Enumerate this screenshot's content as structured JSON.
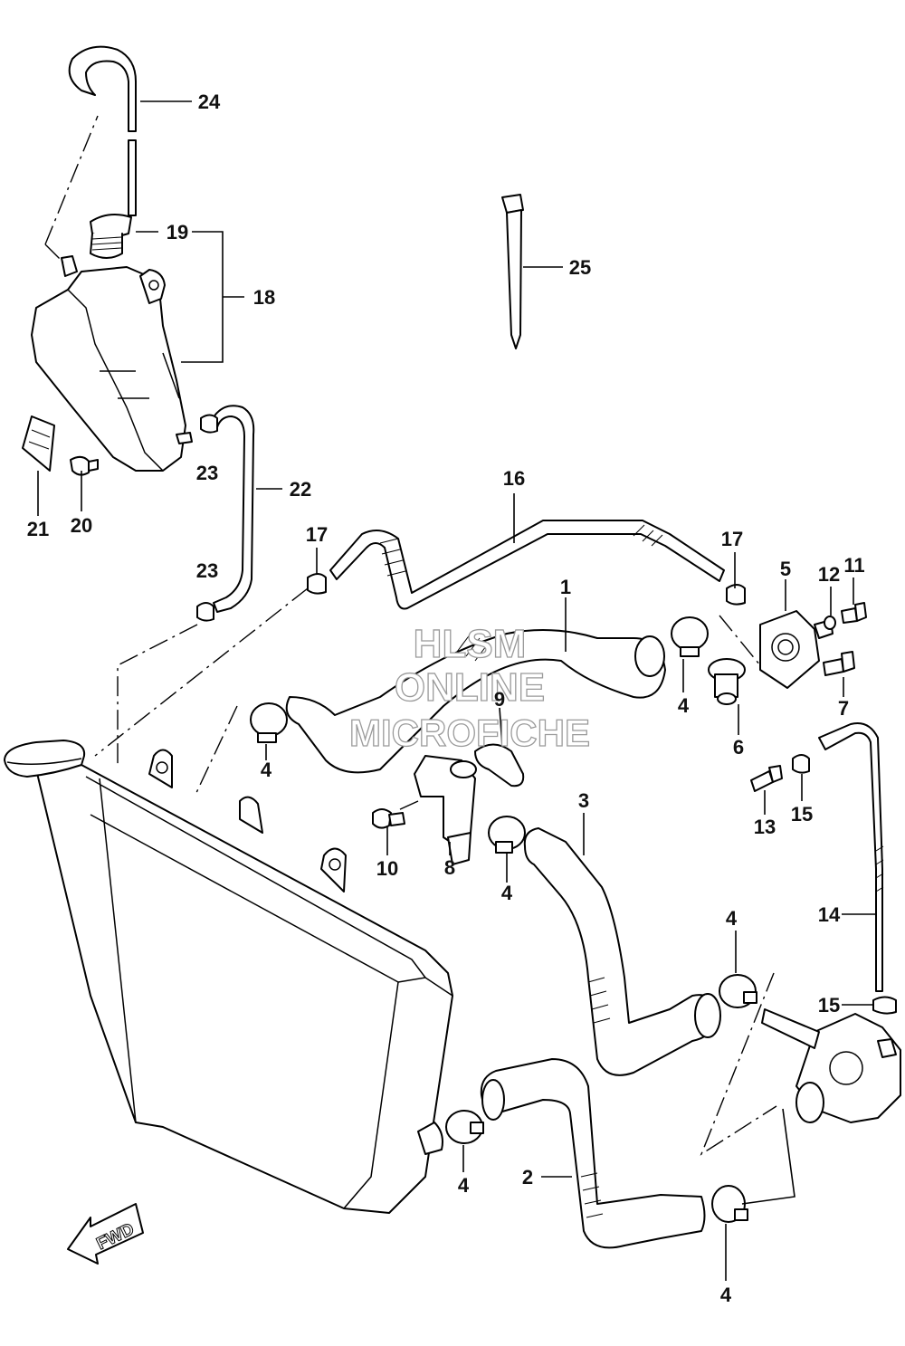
{
  "callouts": {
    "c1": "1",
    "c2": "2",
    "c3": "3",
    "c4a": "4",
    "c4b": "4",
    "c4c": "4",
    "c4d": "4",
    "c4e": "4",
    "c4f": "4",
    "c5": "5",
    "c6": "6",
    "c7": "7",
    "c8": "8",
    "c9": "9",
    "c10": "10",
    "c11": "11",
    "c12": "12",
    "c13": "13",
    "c14": "14",
    "c15a": "15",
    "c15b": "15",
    "c16": "16",
    "c17a": "17",
    "c17b": "17",
    "c18": "18",
    "c19": "19",
    "c20": "20",
    "c21": "21",
    "c22": "22",
    "c23a": "23",
    "c23b": "23",
    "c24": "24",
    "c25": "25"
  },
  "watermark": {
    "line1": "HLSM",
    "line2": "ONLINE",
    "line3": "MICROFICHE"
  },
  "direction_badge": {
    "label": "FWD"
  }
}
